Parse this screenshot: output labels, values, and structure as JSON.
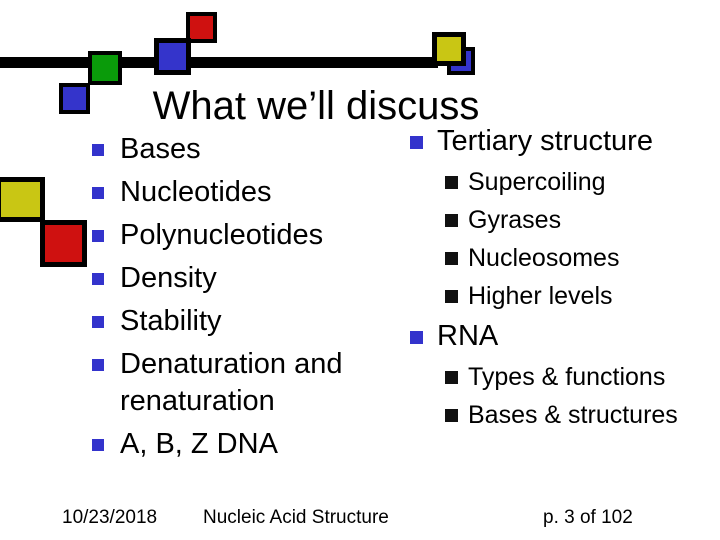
{
  "title": "What we’ll discuss",
  "left_list": {
    "items": [
      "Bases",
      "Nucleotides",
      "Polynucleotides",
      "Density",
      "Stability",
      "Denaturation and renaturation",
      "A, B, Z DNA"
    ]
  },
  "right_list": {
    "sections": [
      {
        "title": "Tertiary structure",
        "items": [
          "Supercoiling",
          "Gyrases",
          "Nucleosomes",
          "Higher levels"
        ]
      },
      {
        "title": "RNA",
        "items": [
          "Types & functions",
          "Bases & structures"
        ]
      }
    ]
  },
  "footer": {
    "date": "10/23/2018",
    "center": "Nucleic Acid Structure",
    "page": "p. 3 of 102"
  },
  "colors": {
    "bullet_blue": "#3333cc",
    "bullet_black": "#111111",
    "square_blue": "#3434cb",
    "square_green": "#0a9b0a",
    "square_red": "#cf1110",
    "square_yellow": "#c9c614",
    "line_black": "#000000",
    "background": "#ffffff",
    "text": "#000000"
  }
}
